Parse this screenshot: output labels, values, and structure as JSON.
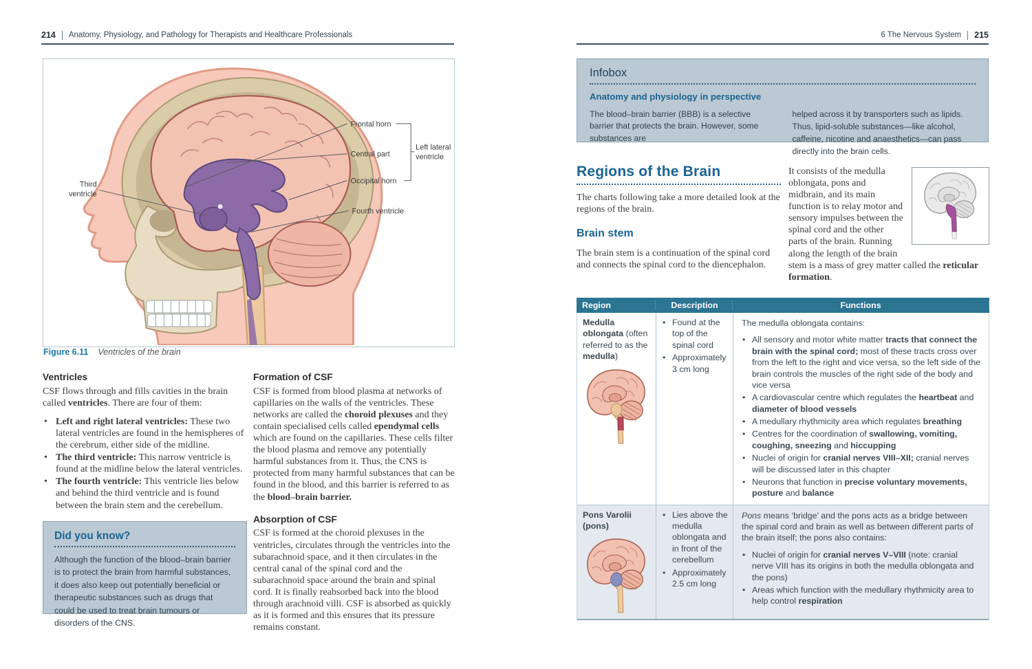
{
  "left_page": {
    "page_number": "214",
    "header_title": "Anatomy, Physiology, and Pathology for Therapists and Healthcare Professionals",
    "figure": {
      "caption_label": "Figure 6.11",
      "caption_title": "Ventricles of the brain",
      "labels": {
        "frontal_horn": "Frontal horn",
        "central_part": "Central part",
        "occipital_horn": "Occipital horn",
        "left_lateral_line1": "Left lateral",
        "left_lateral_line2": "ventricle",
        "fourth_ventricle": "Fourth ventricle",
        "third_line1": "Third",
        "third_line2": "ventricle"
      }
    },
    "ventricles_section": {
      "heading": "Ventricles",
      "intro_segments": [
        {
          "t": "CSF flows through and fills cavities in the brain called "
        },
        {
          "t": "ventricles",
          "b": true
        },
        {
          "t": ". There are four of them:"
        }
      ],
      "bullets": [
        {
          "segments": [
            {
              "t": "Left and right lateral ventricles:",
              "b": true
            },
            {
              "t": " These two lateral ventricles are found in the hemispheres of the cerebrum, either side of the midline."
            }
          ]
        },
        {
          "segments": [
            {
              "t": "The third ventricle:",
              "b": true
            },
            {
              "t": " This narrow ventricle is found at the midline below the lateral ventricles."
            }
          ]
        },
        {
          "segments": [
            {
              "t": "The fourth ventricle:",
              "b": true
            },
            {
              "t": " This ventricle lies below and behind the third ventricle and is found between the brain stem and the cerebellum."
            }
          ]
        }
      ]
    },
    "did_you_know": {
      "heading": "Did you know?",
      "body": "Although the function of the blood–brain barrier is to protect the brain from harmful substances, it does also keep out potentially beneficial or therapeutic substances such as drugs that could be used to treat brain tumours or disorders of the CNS."
    },
    "formation_section": {
      "heading": "Formation of CSF",
      "segments": [
        {
          "t": "CSF is formed from blood plasma at networks of capillaries on the walls of the ventricles. These networks are called the "
        },
        {
          "t": "choroid plexuses",
          "b": true
        },
        {
          "t": " and they contain specialised cells called "
        },
        {
          "t": "ependymal cells",
          "b": true
        },
        {
          "t": " which are found on the capillaries. These cells filter the blood plasma and remove any potentially harmful substances from it. Thus, the CNS is protected from many harmful substances that can be found in the blood, and this barrier is referred to as the "
        },
        {
          "t": "blood–brain barrier.",
          "b": true
        }
      ]
    },
    "absorption_section": {
      "heading": "Absorption of CSF",
      "body": "CSF is formed at the choroid plexuses in the ventricles, circulates through the ventricles into the subarachnoid space, and it then circulates in the central canal of the spinal cord and the subarachnoid space around the brain and spinal cord. It is finally reabsorbed back into the blood through arachnoid villi. CSF is absorbed as quickly as it is formed and this ensures that its pressure remains constant."
    }
  },
  "right_page": {
    "header_title": "6 The Nervous System",
    "page_number": "215",
    "infobox": {
      "title": "Infobox",
      "subtitle": "Anatomy and physiology in perspective",
      "col1": "The blood–brain barrier (BBB) is a selective barrier that protects the brain. However, some substances are",
      "col2": "helped across it by transporters such as lipids. Thus, lipid-soluble substances—like alcohol, caffeine, nicotine and anaesthetics—can pass directly into the brain cells."
    },
    "regions_section": {
      "heading": "Regions of the Brain",
      "intro": "The charts following take a more detailed look at the regions of the brain.",
      "brain_stem_heading": "Brain stem",
      "brain_stem_intro": "The brain stem is a continuation of the spinal cord and connects the spinal cord to the diencephalon.",
      "detail_segments": [
        {
          "t": "It consists of the medulla oblongata, pons and midbrain, and its main function is to relay motor and sensory impulses between the spinal cord and the other parts of the brain. Running along the length of the brain stem is a mass of grey matter called the "
        },
        {
          "t": "reticular formation",
          "b": true
        },
        {
          "t": "."
        }
      ]
    },
    "table": {
      "headers": [
        "Region",
        "Description",
        "Functions"
      ],
      "rows": [
        {
          "region_segments": [
            {
              "t": "Medulla oblongata",
              "b": true
            },
            {
              "t": " (often referred to as the "
            },
            {
              "t": "medulla",
              "b": true
            },
            {
              "t": ")"
            }
          ],
          "description_bullets": [
            "Found at the top of the spinal cord",
            "Approximately 3 cm long"
          ],
          "functions_intro_segments": [
            {
              "t": "The medulla oblongata contains:"
            }
          ],
          "functions_bullets": [
            {
              "segments": [
                {
                  "t": "All sensory and motor white matter "
                },
                {
                  "t": "tracts that connect the brain with the spinal cord;",
                  "b": true
                },
                {
                  "t": " most of these tracts cross over from the left to the right and vice versa, so the left side of the brain controls the muscles of the right side of the body and vice versa"
                }
              ]
            },
            {
              "segments": [
                {
                  "t": "A cardiovascular centre which regulates the "
                },
                {
                  "t": "heartbeat",
                  "b": true
                },
                {
                  "t": " and "
                },
                {
                  "t": "diameter of blood vessels",
                  "b": true
                }
              ]
            },
            {
              "segments": [
                {
                  "t": "A medullary rhythmicity area which regulates "
                },
                {
                  "t": "breathing",
                  "b": true
                }
              ]
            },
            {
              "segments": [
                {
                  "t": "Centres for the coordination of "
                },
                {
                  "t": "swallowing, vomiting, coughing, sneezing",
                  "b": true
                },
                {
                  "t": " and "
                },
                {
                  "t": "hiccupping",
                  "b": true
                }
              ]
            },
            {
              "segments": [
                {
                  "t": "Nuclei of origin for "
                },
                {
                  "t": "cranial nerves VIII–XII;",
                  "b": true
                },
                {
                  "t": " cranial nerves will be discussed later in this chapter"
                }
              ]
            },
            {
              "segments": [
                {
                  "t": "Neurons that function in "
                },
                {
                  "t": "precise voluntary movements, posture",
                  "b": true
                },
                {
                  "t": " and "
                },
                {
                  "t": "balance",
                  "b": true
                }
              ]
            }
          ]
        },
        {
          "region_segments": [
            {
              "t": "Pons Varolii (pons)",
              "b": true
            }
          ],
          "description_bullets": [
            "Lies above the medulla oblongata and in front of the cerebellum",
            "Approximately 2.5 cm long"
          ],
          "functions_intro_segments": [
            {
              "t": "Pons",
              "i": true
            },
            {
              "t": " means ‘bridge’ and the pons acts as a bridge between the spinal cord and brain as well as between different parts of the brain itself; the pons also contains:"
            }
          ],
          "functions_bullets": [
            {
              "segments": [
                {
                  "t": "Nuclei of origin for "
                },
                {
                  "t": "cranial nerves V–VIII",
                  "b": true
                },
                {
                  "t": " (note: cranial nerve VIII has its origins in both the medulla oblongata and the pons)"
                }
              ]
            },
            {
              "segments": [
                {
                  "t": "Areas which function with the medullary rhythmicity area to help control "
                },
                {
                  "t": "respiration",
                  "b": true
                }
              ]
            }
          ]
        }
      ]
    }
  },
  "colors": {
    "heading_teal": "#1a6390",
    "table_header_bg": "#2b7492",
    "box_bg": "#bac9d4",
    "ventricle_purple": "#8d6ba7",
    "medulla_highlight": "#b64a5e",
    "pons_highlight": "#8a90bd",
    "stem_highlight": "#a4549c"
  }
}
